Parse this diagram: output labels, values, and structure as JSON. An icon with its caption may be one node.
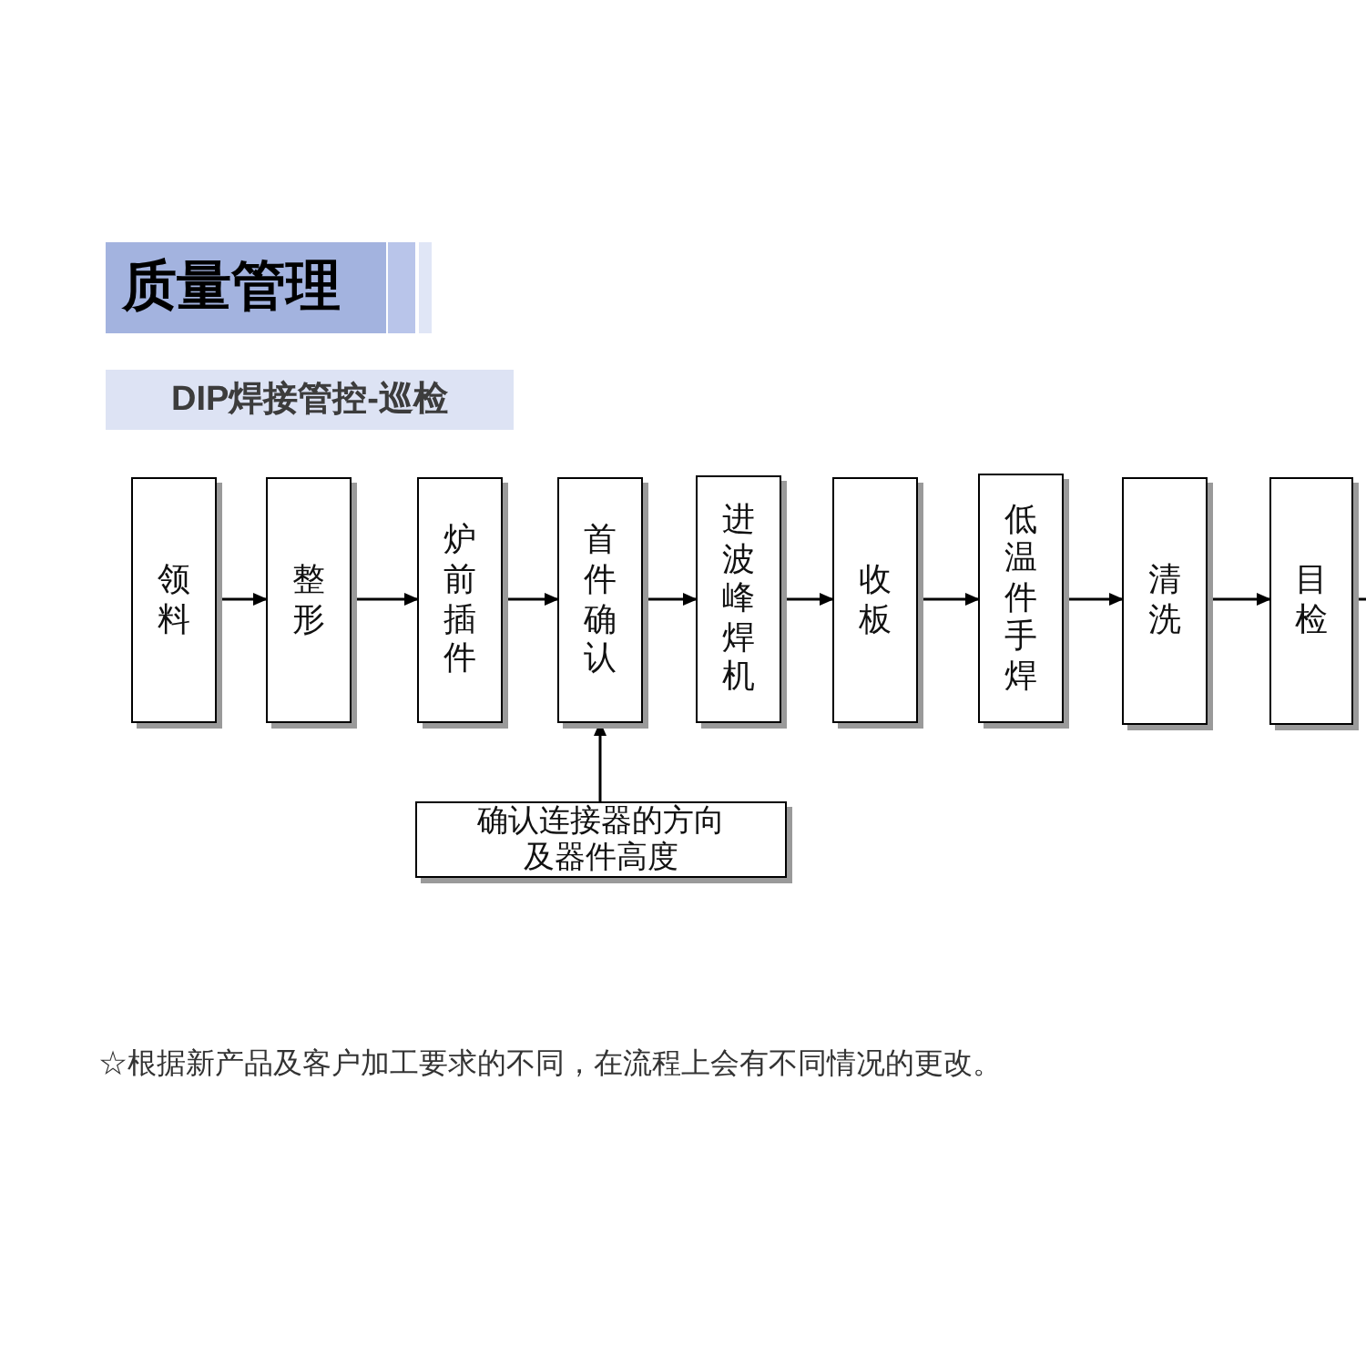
{
  "diagram": {
    "title": "质量管理",
    "nodes": [
      {
        "text": [
          "领料"
        ]
      },
      {
        "text": [
          "整形"
        ]
      },
      {
        "text": [
          "炉前插件"
        ]
      },
      {
        "text": [
          "首件确认"
        ]
      },
      {
        "text": [
          "进波峰焊机"
        ]
      },
      {
        "text": [
          "收板"
        ]
      },
      {
        "text": [
          "低温件手焊"
        ]
      },
      {
        "text": [
          "清洗"
        ]
      },
      {
        "text": [
          "目检"
        ]
      },
      {
        "text": [
          "确认连接器的方向及器件高度"
        ]
      }
    ],
    "edges": [
      {
        "from": 0,
        "to": 1,
        "arrow": "to"
      },
      {
        "from": 1,
        "to": 2,
        "arrow": "to"
      },
      {
        "from": 2,
        "to": 3,
        "arrow": "to"
      },
      {
        "from": 3,
        "to": 4,
        "arrow": "to"
      },
      {
        "from": 4,
        "to": 5,
        "arrow": "to"
      },
      {
        "from": 5,
        "to": 6,
        "arrow": "to"
      },
      {
        "from": 6,
        "to": 7,
        "arrow": "to"
      },
      {
        "from": 7,
        "to": 8,
        "arrow": "to"
      },
      {
        "from": 9,
        "to": 3,
        "arrow": "to"
      },
      {
        "from": 8,
        "to": null,
        "arrow": "none"
      }
    ],
    "labels": [
      "DIP焊接管控-巡检",
      "☆根据新产品及客户加工要求的不同，在流程上会有不同情况的更改。"
    ]
  }
}
